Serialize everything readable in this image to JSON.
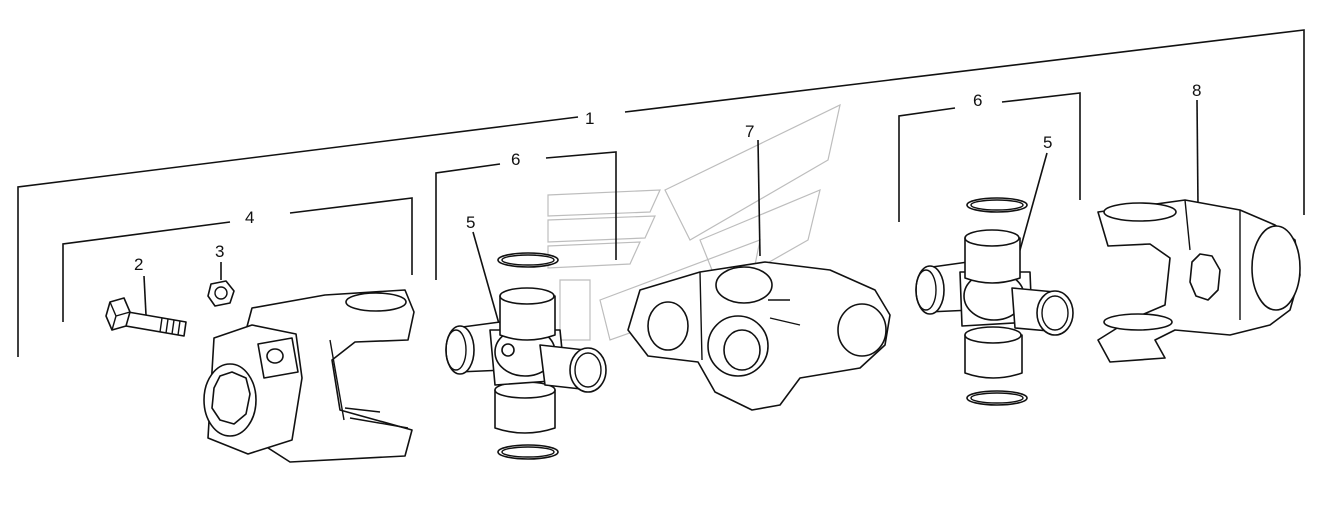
{
  "callouts": {
    "assembly": "1",
    "bolt": "2",
    "nut": "3",
    "yoke_left": "4",
    "cross_left": "5",
    "kit_left": "6",
    "centre_body": "7",
    "cross_right": "5",
    "kit_right": "6",
    "yoke_right": "8"
  },
  "colors": {
    "line": "#111111",
    "background": "#ffffff",
    "watermark": "#bdbdbd"
  }
}
